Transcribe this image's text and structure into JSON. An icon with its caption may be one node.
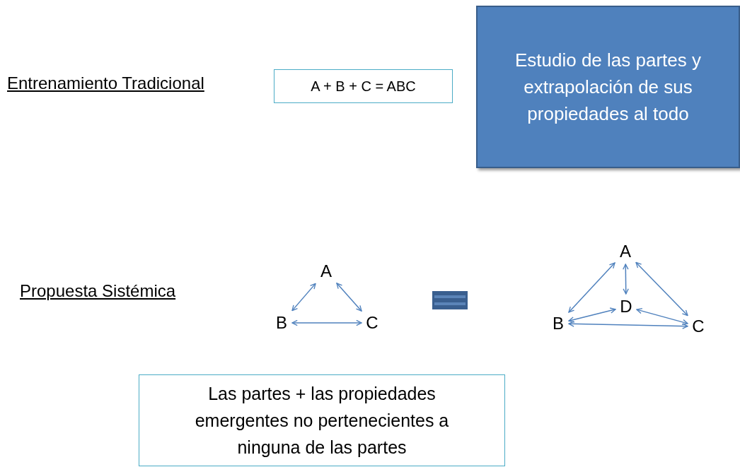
{
  "diagram": {
    "nodes": [
      {
        "text": [
          "A + B + C = ABC"
        ]
      },
      {
        "text": [
          "Estudio de las partes y extrapolación de sus propiedades al todo"
        ]
      },
      {
        "text": [
          "A"
        ]
      },
      {
        "text": [
          "B"
        ]
      },
      {
        "text": [
          "C"
        ]
      },
      {
        "text": [
          "A"
        ]
      },
      {
        "text": [
          "B"
        ]
      },
      {
        "text": [
          "D"
        ]
      },
      {
        "text": [
          "C"
        ]
      },
      {
        "text": [
          "Las partes + las propiedades emergentes no pertenecientes a ninguna de las partes"
        ]
      }
    ],
    "edges": [
      {
        "from": 2,
        "to": 3,
        "arrow": "both"
      },
      {
        "from": 2,
        "to": 4,
        "arrow": "both"
      },
      {
        "from": 3,
        "to": 4,
        "arrow": "both"
      },
      {
        "from": 5,
        "to": 6,
        "arrow": "both"
      },
      {
        "from": 5,
        "to": 7,
        "arrow": "both"
      },
      {
        "from": 5,
        "to": 8,
        "arrow": "both"
      },
      {
        "from": 6,
        "to": 7,
        "arrow": "both"
      },
      {
        "from": 7,
        "to": 8,
        "arrow": "both"
      },
      {
        "from": 6,
        "to": 8,
        "arrow": "both"
      }
    ],
    "labels": [
      "Entrenamiento Tradicional",
      "Propuesta Sistémica"
    ]
  }
}
